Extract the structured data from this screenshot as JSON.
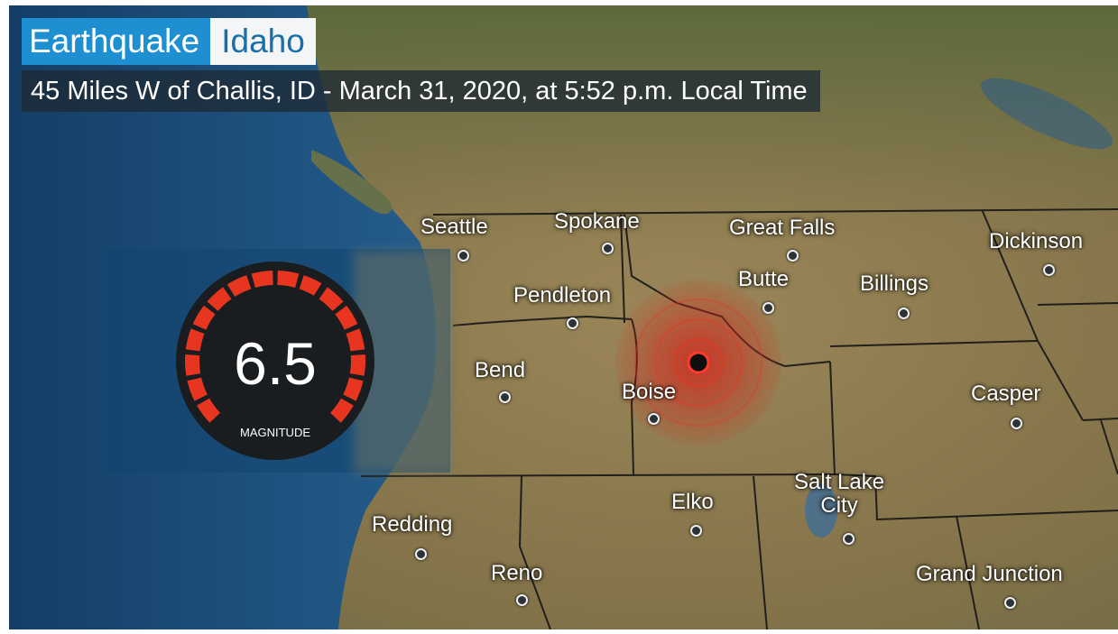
{
  "header": {
    "title_primary": "Earthquake",
    "title_secondary": "Idaho",
    "subtitle": "45 Miles W of Challis, ID - March 31, 2020, at 5:52 p.m. Local Time"
  },
  "gauge": {
    "magnitude": "6.5",
    "magnitude_label": "MAGNITUDE",
    "fill_fraction": 0.65
  },
  "colors": {
    "title_primary_bg": "#1e8fd0",
    "title_secondary_bg": "#f3f5f7",
    "title_secondary_text": "#1b6fa8",
    "gauge_red": "#e8351f",
    "epicenter_red": "#d2281e",
    "ocean": "#1f4f7c",
    "land": "#8f7d50"
  },
  "cities": [
    {
      "id": "seattle",
      "name": "Seattle"
    },
    {
      "id": "spokane",
      "name": "Spokane"
    },
    {
      "id": "great-falls",
      "name": "Great Falls"
    },
    {
      "id": "dickinson",
      "name": "Dickinson"
    },
    {
      "id": "butte",
      "name": "Butte"
    },
    {
      "id": "billings",
      "name": "Billings"
    },
    {
      "id": "pendleton",
      "name": "Pendleton"
    },
    {
      "id": "bend",
      "name": "Bend"
    },
    {
      "id": "boise",
      "name": "Boise"
    },
    {
      "id": "casper",
      "name": "Casper"
    },
    {
      "id": "elko",
      "name": "Elko"
    },
    {
      "id": "salt-lake-city",
      "name": "Salt Lake\nCity"
    },
    {
      "id": "redding",
      "name": "Redding"
    },
    {
      "id": "reno",
      "name": "Reno"
    },
    {
      "id": "grand-junction",
      "name": "Grand Junction"
    }
  ]
}
